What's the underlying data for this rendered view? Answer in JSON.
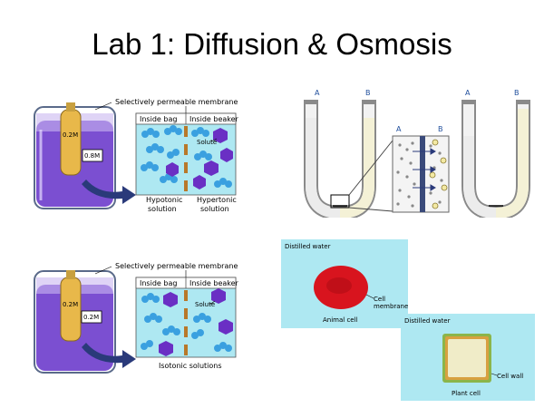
{
  "slide": {
    "title": "Lab 1: Diffusion & Osmosis"
  },
  "fig1": {
    "membrane_label": "Selectively permeable membrane",
    "inside_bag": "Inside bag",
    "inside_beaker": "Inside beaker",
    "solute": "Solute",
    "bag_molarity": "0.2M",
    "beaker_molarity": "0.8M",
    "left_caption_1": "Hypotonic",
    "left_caption_2": "solution",
    "right_caption_1": "Hypertonic",
    "right_caption_2": "solution"
  },
  "fig2": {
    "tube1_a": "A",
    "tube1_b": "B",
    "zoom_a": "A",
    "zoom_b": "B",
    "tube2_a": "A",
    "tube2_b": "B"
  },
  "fig3": {
    "membrane_label": "Selectively permeable membrane",
    "inside_bag": "Inside bag",
    "inside_beaker": "Inside beaker",
    "solute": "Solute",
    "bag_molarity": "0.2M",
    "beaker_molarity": "0.2M",
    "caption": "Isotonic solutions"
  },
  "fig4": {
    "animal_water": "Distilled water",
    "cell_membrane_1": "Cell",
    "cell_membrane_2": "membrane",
    "animal_caption": "Animal cell",
    "plant_water": "Distilled water",
    "cell_wall": "Cell wall",
    "plant_caption": "Plant cell"
  },
  "colors": {
    "beaker_fluid": "#7b4fd1",
    "panel_bg": "#aee8f2",
    "solute": "#6a2fc4",
    "water": "#3aa0e0",
    "rbc": "#d8141e",
    "plant_wall": "#8bb54a"
  }
}
